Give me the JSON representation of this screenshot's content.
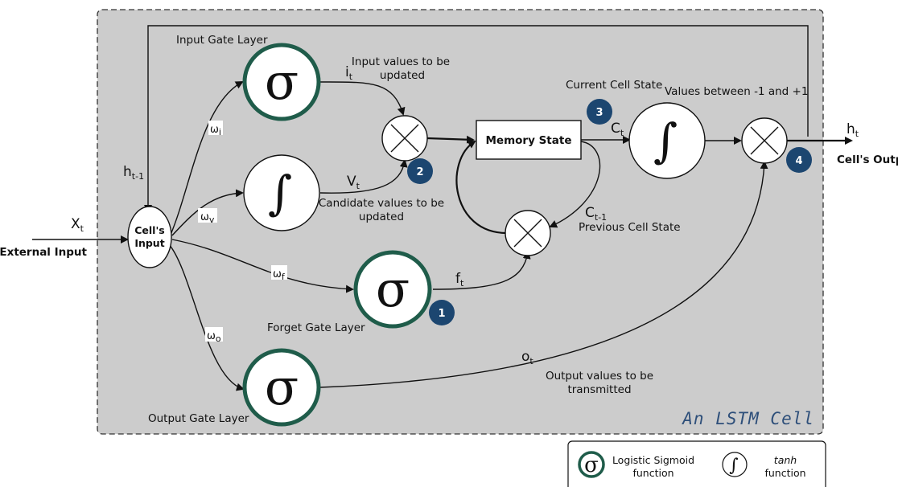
{
  "gate_labels": {
    "input_gate": "Input Gate Layer",
    "forget_gate": "Forget Gate Layer",
    "output_gate": "Output Gate Layer"
  },
  "annotations": {
    "input_values_1": "Input values to be",
    "input_values_2": "updated",
    "candidate_values_1": "Candidate values to be",
    "candidate_values_2": "updated",
    "current_cell_state": "Current Cell State",
    "values_between": "Values between -1 and +1",
    "previous_cell_state": "Previous Cell State",
    "output_values_1": "Output values to be",
    "output_values_2": "transmitted",
    "external_input": "External Input",
    "cells_output": "Cell's Output"
  },
  "nodes": {
    "cells_input_1": "Cell's",
    "cells_input_2": "Input",
    "memory_state": "Memory State",
    "sigma_glyph": "σ",
    "tanh_glyph": "∫",
    "multiply_glyph": "×"
  },
  "symbols": {
    "x": "X",
    "x_sub": "t",
    "h_prev": "h",
    "h_prev_sub": "t-1",
    "h_out": "h",
    "h_out_sub": "t",
    "i": "i",
    "i_sub": "t",
    "v": "V",
    "v_sub": "t",
    "c": "C",
    "c_sub": "t",
    "c_prev": "C",
    "c_prev_sub": "t-1",
    "f": "f",
    "f_sub": "t",
    "o": "o",
    "o_sub": "t"
  },
  "weights": {
    "wi": "ω",
    "wi_sub": "i",
    "wv": "ω",
    "wv_sub": "v",
    "wf": "ω",
    "wf_sub": "f",
    "wo": "ω",
    "wo_sub": "o"
  },
  "badges": [
    "1",
    "2",
    "3",
    "4"
  ],
  "caption": "An LSTM Cell",
  "legend": {
    "sigmoid_1": "Logistic Sigmoid",
    "sigmoid_2": "function",
    "tanh_1": "tanh",
    "tanh_2": "function"
  },
  "colors": {
    "panel": "#cccccc",
    "sigmoid_ring": "#1f5c4a",
    "badge": "#1c4670",
    "caption": "#2e4f7a"
  }
}
